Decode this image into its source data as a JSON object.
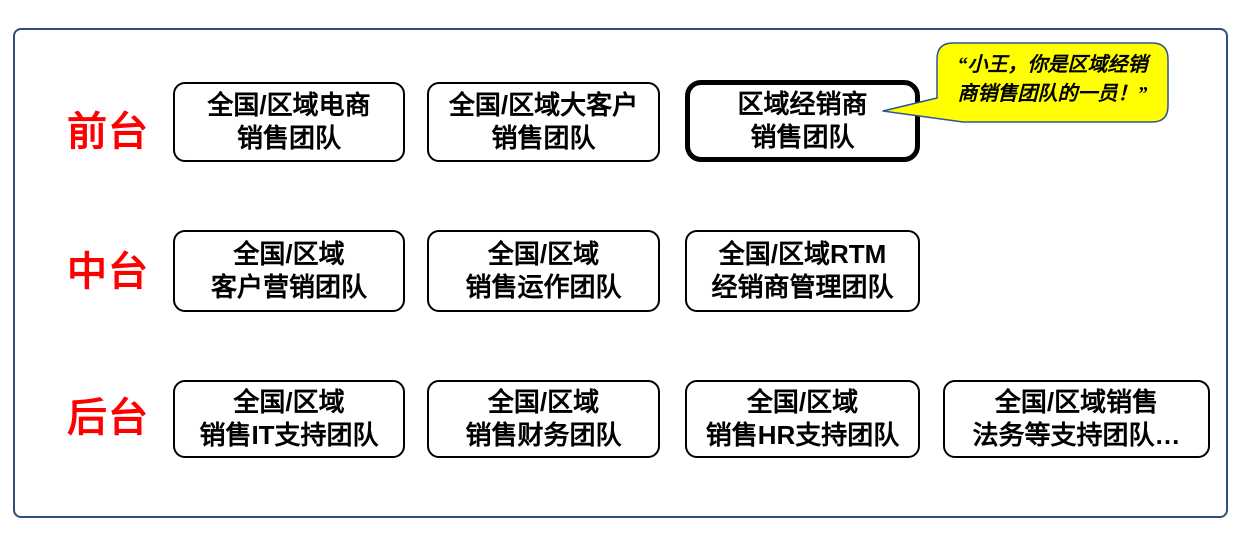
{
  "colors": {
    "row_label": "#FF0000",
    "box_border": "#000000",
    "frame_border": "#2E4E7E",
    "bubble_fill": "#FFFF00",
    "bubble_border": "#2E5395"
  },
  "rows": [
    {
      "label": "前台",
      "boxes": [
        {
          "text": "全国/区域电商\n销售团队"
        },
        {
          "text": "全国/区域大客户\n销售团队"
        },
        {
          "text": "区域经销商\n销售团队",
          "highlighted": true
        }
      ]
    },
    {
      "label": "中台",
      "boxes": [
        {
          "text": "全国/区域\n客户营销团队"
        },
        {
          "text": "全国/区域\n销售运作团队"
        },
        {
          "text": "全国/区域RTM\n经销商管理团队"
        }
      ]
    },
    {
      "label": "后台",
      "boxes": [
        {
          "text": "全国/区域\n销售IT支持团队"
        },
        {
          "text": "全国/区域\n销售财务团队"
        },
        {
          "text": "全国/区域\n销售HR支持团队"
        },
        {
          "text": "全国/区域销售\n法务等支持团队…"
        }
      ]
    }
  ],
  "callout": {
    "text": "“小王，你是区域经销\n商销售团队的一员！”"
  }
}
